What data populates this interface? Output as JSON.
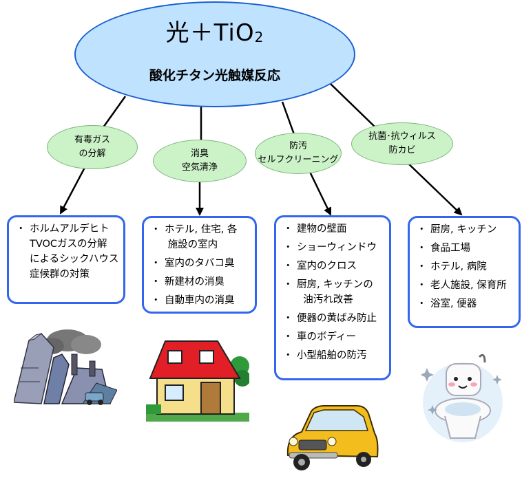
{
  "title": {
    "main": "光＋TiO",
    "subscript": "2",
    "subtitle": "酸化チタン光触媒反応"
  },
  "categories": [
    {
      "label": "有毒ガス\nの分解"
    },
    {
      "label": "消臭\n空気清浄"
    },
    {
      "label": "防汚\nセルフクリーニング"
    },
    {
      "label": "抗菌･抗ウィルス\n防カビ"
    }
  ],
  "bullet": "・",
  "applications": [
    {
      "items": [
        "ホルムアルデヒト\nTVOCガスの分解\nによるシックハウス\n症候群の対策"
      ]
    },
    {
      "items": [
        "ホテル, 住宅, 各\n 施設の室内",
        "室内のタバコ臭",
        "新建材の消臭",
        "自動車内の消臭"
      ]
    },
    {
      "items": [
        "建物の壁面",
        "ショーウィンドウ",
        "室内のクロス",
        "厨房, キッチンの\n  油汚れ改善",
        "便器の黄ばみ防止",
        "車のボディー",
        "小型船舶の防汚"
      ]
    },
    {
      "items": [
        "厨房, キッチン",
        "食品工場",
        "ホテル, 病院",
        "老人施設, 保育所",
        "浴室, 便器"
      ]
    }
  ]
}
